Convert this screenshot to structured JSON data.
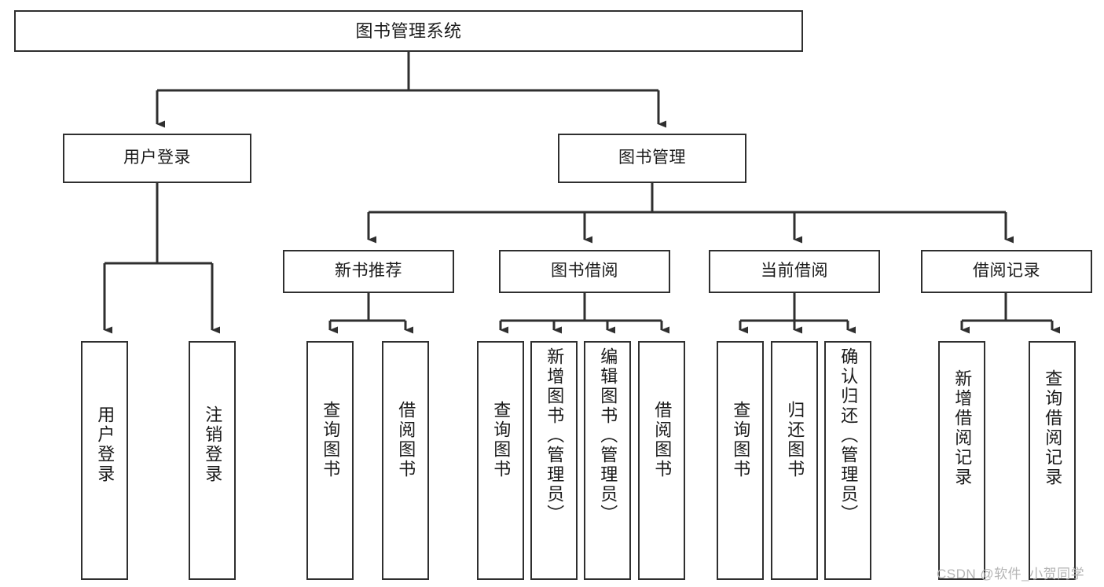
{
  "diagram": {
    "type": "tree",
    "title": "图书管理系统",
    "colors": {
      "box_border": "#2f2f2f",
      "box_fill": "#ffffff",
      "line": "#2f2f2f",
      "text": "#1a1a1a",
      "watermark": "#b4b4b4"
    },
    "levels": {
      "root": {
        "label": "图书管理系统"
      },
      "level2": [
        {
          "id": "user-login",
          "label": "用户登录"
        },
        {
          "id": "book-manage",
          "label": "图书管理"
        }
      ],
      "level3": [
        {
          "id": "new-book-rec",
          "label": "新书推荐"
        },
        {
          "id": "book-borrow",
          "label": "图书借阅"
        },
        {
          "id": "current-borrow",
          "label": "当前借阅"
        },
        {
          "id": "borrow-record",
          "label": "借阅记录"
        }
      ],
      "leaves": [
        {
          "id": "leaf-user-login",
          "parent": "user-login",
          "label": "用户登录"
        },
        {
          "id": "leaf-user-logout",
          "parent": "user-login",
          "label": "注销登录"
        },
        {
          "id": "leaf-rec-query-book",
          "parent": "new-book-rec",
          "label": "查询图书"
        },
        {
          "id": "leaf-rec-borrow-book",
          "parent": "new-book-rec",
          "label": "借阅图书"
        },
        {
          "id": "leaf-borrow-query-book",
          "parent": "book-borrow",
          "label": "查询图书"
        },
        {
          "id": "leaf-borrow-add-book",
          "parent": "book-borrow",
          "label": "新增图书（管理员）"
        },
        {
          "id": "leaf-borrow-edit-book",
          "parent": "book-borrow",
          "label": "编辑图书（管理员）"
        },
        {
          "id": "leaf-borrow-borrow-book",
          "parent": "book-borrow",
          "label": "借阅图书"
        },
        {
          "id": "leaf-cur-query-book",
          "parent": "current-borrow",
          "label": "查询图书"
        },
        {
          "id": "leaf-cur-return-book",
          "parent": "current-borrow",
          "label": "归还图书"
        },
        {
          "id": "leaf-cur-confirm-return",
          "parent": "current-borrow",
          "label": "确认归还（管理员）"
        },
        {
          "id": "leaf-rec-add-record",
          "parent": "borrow-record",
          "label": "新增借阅记录"
        },
        {
          "id": "leaf-rec-query-record",
          "parent": "borrow-record",
          "label": "查询借阅记录"
        }
      ]
    },
    "watermark": "CSDN @软件_小贺同学"
  }
}
